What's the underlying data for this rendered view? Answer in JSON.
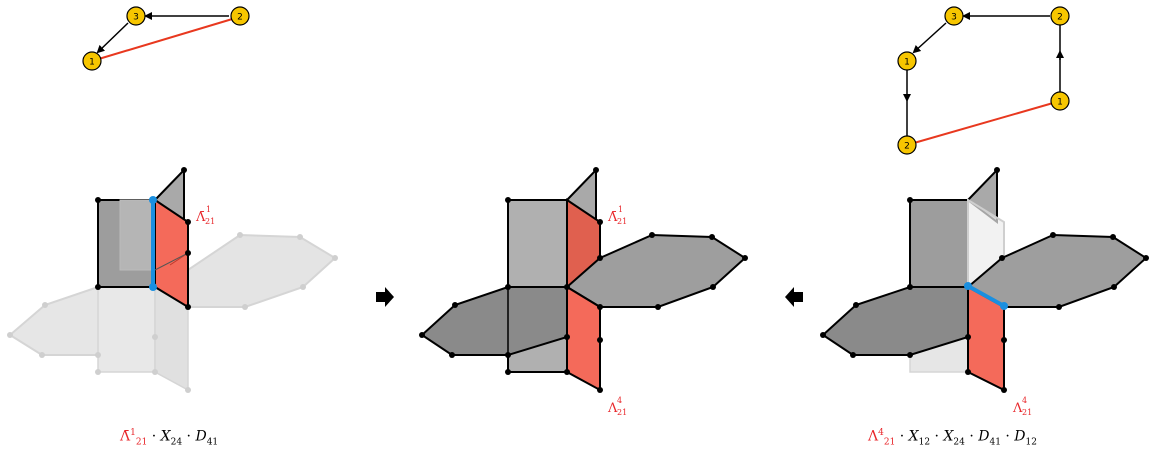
{
  "graph_left": {
    "nodes": [
      "3",
      "2",
      "1"
    ],
    "edges": [
      {
        "from": "2",
        "to": "3"
      },
      {
        "from": "3",
        "to": "1"
      }
    ],
    "highlight_edge": {
      "from": "1",
      "to": "2",
      "color": "#e8381f"
    }
  },
  "graph_right": {
    "nodes": [
      "3",
      "2",
      "1",
      "1",
      "2"
    ],
    "edges": [
      {
        "from": "2",
        "to": "3"
      },
      {
        "from": "3",
        "to": "1"
      },
      {
        "from": "1",
        "to": "2"
      },
      {
        "from": "1b",
        "to": "2t"
      }
    ],
    "highlight_edge": {
      "from": "2b",
      "to": "1b",
      "color": "#e8381f"
    }
  },
  "labels": {
    "left_wall": {
      "base": "Λ̄",
      "sub": "21",
      "sup": "1"
    },
    "center_top": {
      "base": "Λ̄",
      "sub": "21",
      "sup": "1"
    },
    "center_bottom": {
      "base": "Λ",
      "sub": "21",
      "sup": "4"
    },
    "right_bottom": {
      "base": "Λ",
      "sub": "21",
      "sup": "4"
    }
  },
  "formula_left": {
    "sym": "Λ̄",
    "sym_sub": "21",
    "sym_sup": "1",
    "terms": [
      {
        "name": "X",
        "sub": "24"
      },
      {
        "name": "D",
        "sub": "41"
      }
    ]
  },
  "formula_right": {
    "sym": "Λ",
    "sym_sub": "21",
    "sym_sup": "4",
    "terms": [
      {
        "name": "X",
        "sub": "12"
      },
      {
        "name": "X",
        "sub": "24"
      },
      {
        "name": "D",
        "sub": "41"
      },
      {
        "name": "D",
        "sub": "12"
      }
    ]
  },
  "colors": {
    "node_fill": "#f7c600",
    "highlight": "#e8381f",
    "red_panel": "#f46a5a",
    "blue_edge": "#1a8fe0",
    "gray_panel": "#8f8f8f",
    "faded": "#d9d9d9"
  }
}
